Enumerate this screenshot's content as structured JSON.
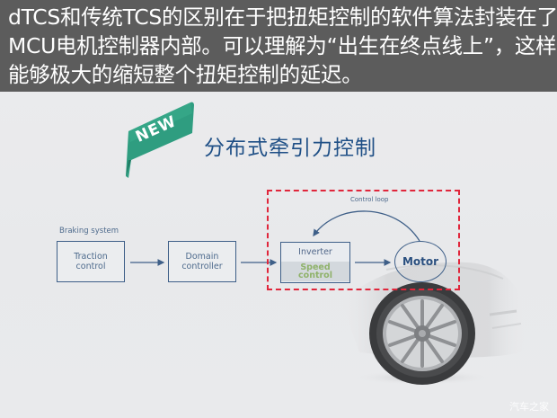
{
  "caption": {
    "lines": [
      "dTCS和传统TCS的区别在于把扭矩控制的软件算法封装在了",
      "MCU电机控制器内部。可以理解为“出生在终点线上”，这样",
      "能够极大的缩短整个扭矩控制的延迟。"
    ]
  },
  "slide": {
    "badge": "NEW",
    "title": "分布式牵引力控制",
    "colors": {
      "badge": "#2a9b7c",
      "title": "#1f4f86",
      "box_border": "#3e5f88",
      "highlight": "#e0263b",
      "speed_control": "#8fb26a"
    }
  },
  "diagram": {
    "braking_label": "Braking system",
    "traction_control": [
      "Traction",
      "control"
    ],
    "domain_controller": [
      "Domain",
      "controller"
    ],
    "control_loop_label": "Control loop",
    "inverter": "Inverter",
    "speed_control": [
      "Speed",
      "control"
    ],
    "motor": "Motor"
  },
  "watermark": "汽车之家"
}
